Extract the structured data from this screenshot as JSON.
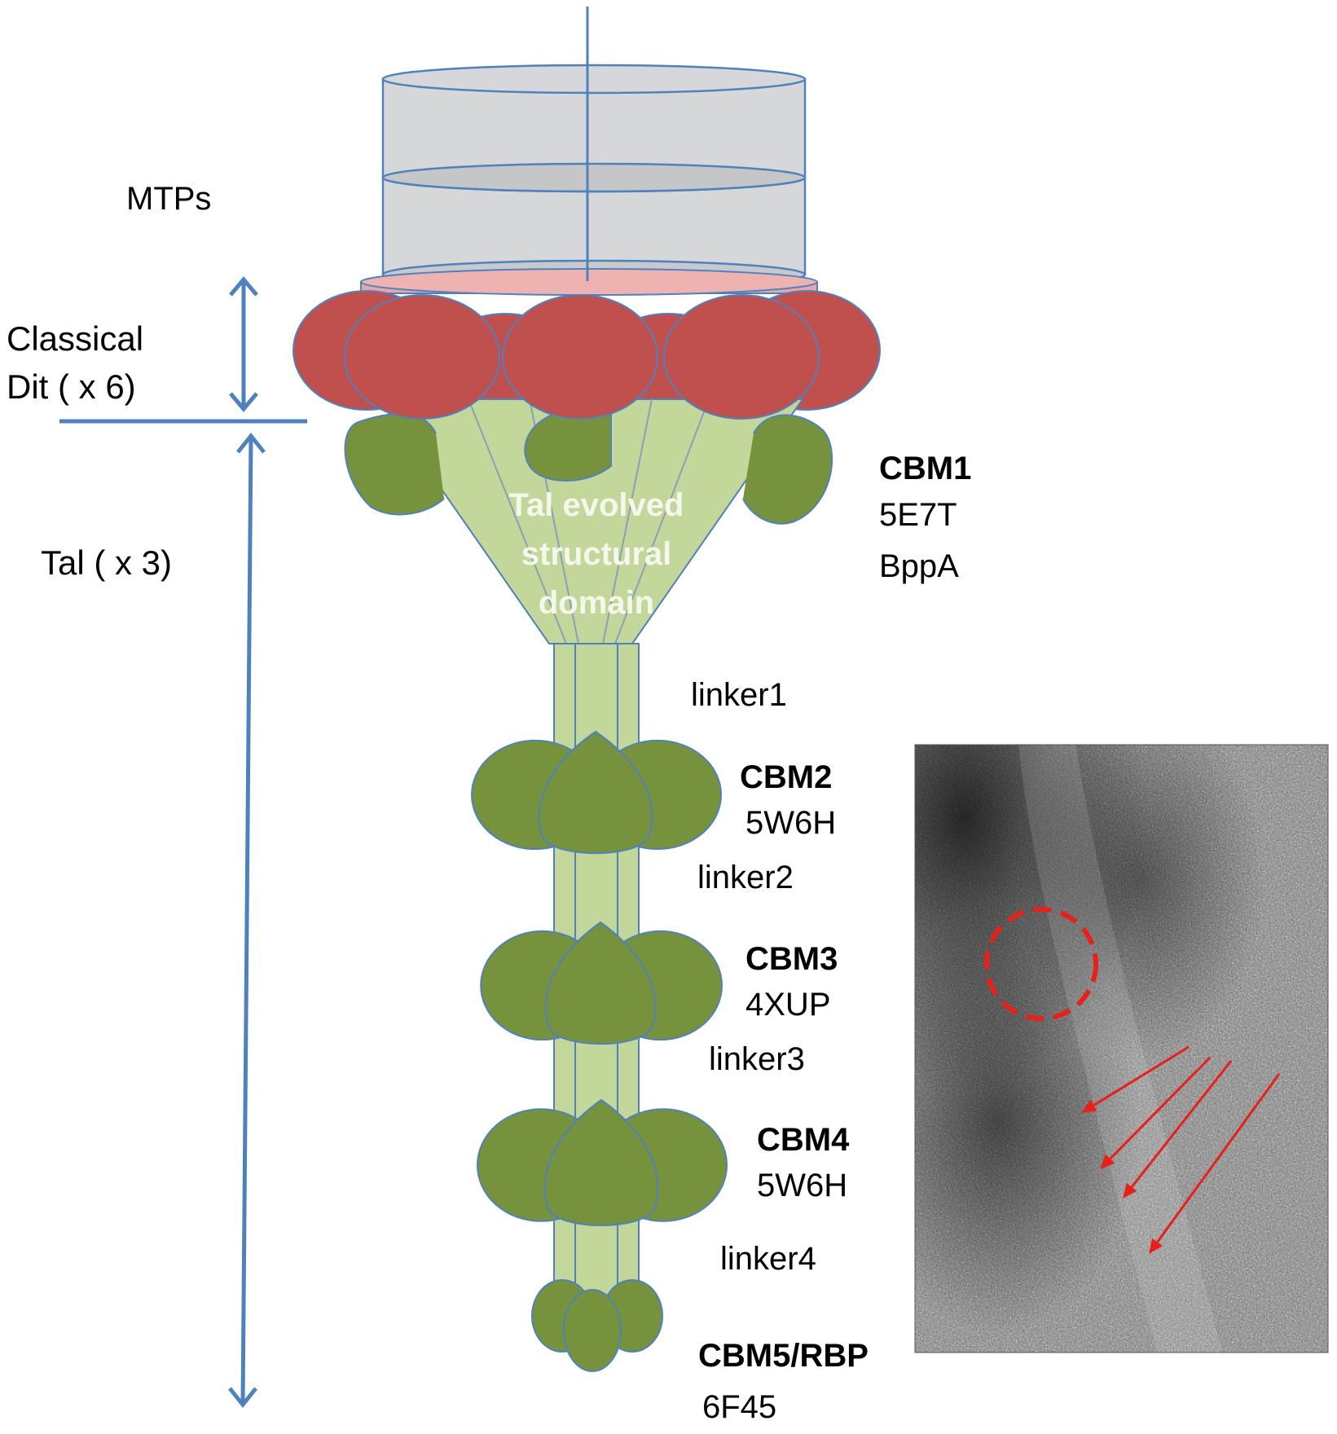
{
  "labels": {
    "mtps": "MTPs",
    "classical_line1": "Classical",
    "classical_line2": "Dit  ( x 6)",
    "tal": "Tal ( x 3)",
    "tal_domain_line1": "Tal evolved",
    "tal_domain_line2": "structural",
    "tal_domain_line3": "domain",
    "cbm1_name": "CBM1",
    "cbm1_pdb": "5E7T",
    "cbm1_extra": "BppA",
    "linker1": "linker1",
    "cbm2_name": "CBM2",
    "cbm2_pdb": "5W6H",
    "linker2": "linker2",
    "cbm3_name": "CBM3",
    "cbm3_pdb": "4XUP",
    "linker3": "linker3",
    "cbm4_name": "CBM4",
    "cbm4_pdb": "5W6H",
    "linker4": "linker4",
    "cbm5_name": "CBM5/RBP",
    "cbm5_pdb": "6F45"
  },
  "colors": {
    "axis_blue": "#4f81bd",
    "dit_red": "#c0504d",
    "cbm_green": "#76923c",
    "tal_light_green": "#c4d79b",
    "mtp_gray": "#c8c9cc",
    "annotation_red": "#e8201a"
  }
}
